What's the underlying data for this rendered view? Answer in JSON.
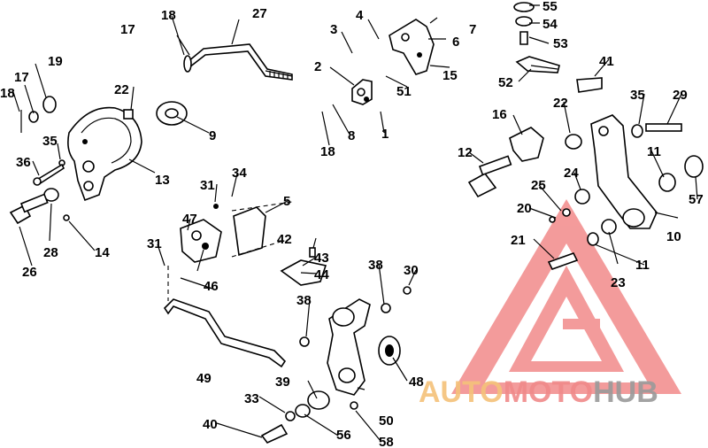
{
  "labels": [
    "1",
    "2",
    "3",
    "4",
    "5",
    "6",
    "7",
    "8",
    "9",
    "10",
    "11",
    "12",
    "13",
    "14",
    "15",
    "16",
    "17",
    "18",
    "19",
    "20",
    "21",
    "22",
    "23",
    "24",
    "25",
    "26",
    "27",
    "28",
    "29",
    "30",
    "31",
    "33",
    "34",
    "35",
    "36",
    "38",
    "39",
    "40",
    "41",
    "42",
    "43",
    "44",
    "46",
    "47",
    "48",
    "49",
    "50",
    "51",
    "52",
    "53",
    "54",
    "55",
    "56",
    "57",
    "58"
  ],
  "watermark": {
    "brand_auto": "AUTO",
    "brand_moto": "MOTO",
    "brand_hub": "HUB",
    "colors": {
      "auto": "#f5c27a",
      "moto": "#f08a8a",
      "hub": "#9a9a9a",
      "logo": "#f07a7a"
    }
  }
}
